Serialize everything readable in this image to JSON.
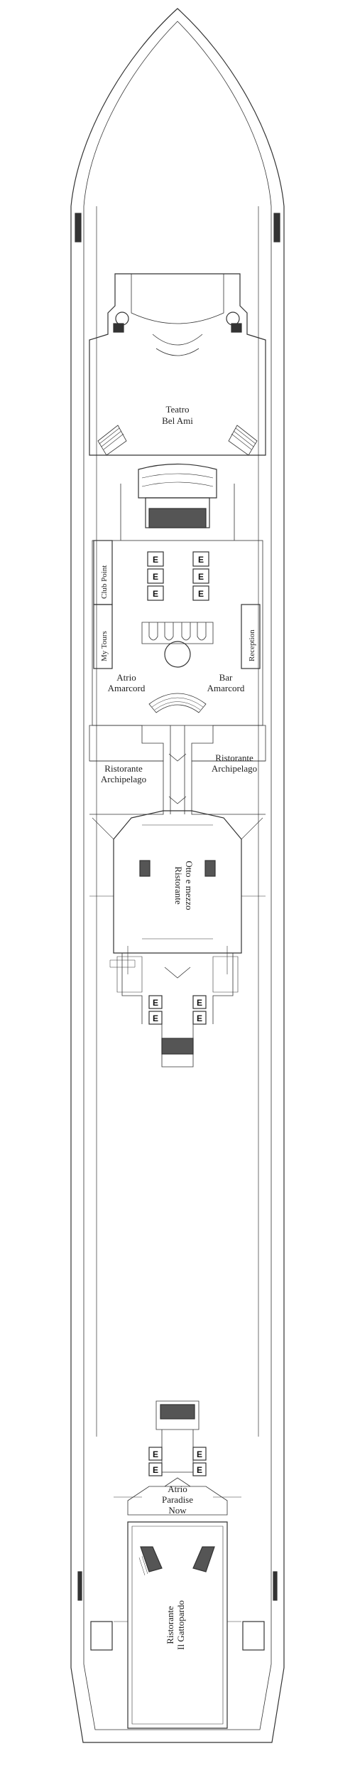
{
  "labels": {
    "teatro": "Teatro",
    "bel_ami": "Bel Ami",
    "club_point": "Club Point",
    "my_tours": "My Tours",
    "reception": "Reception",
    "atrio": "Atrio",
    "amarcord": "Amarcord",
    "bar": "Bar",
    "amarcord2": "Amarcord",
    "ristorante": "Ristorante",
    "archipelago": "Archipelago",
    "ristorante2": "Ristorante",
    "archipelago2": "Archipelago",
    "ristorante_otto": "Ristorante",
    "otto_e_mezzo": "Otto e mezzo",
    "atrio2": "Atrio",
    "paradise": "Paradise",
    "now": "Now",
    "ristorante_gatto": "Ristorante",
    "il_gattopardo": "Il Gattopardo"
  },
  "elevator_letter": "E"
}
